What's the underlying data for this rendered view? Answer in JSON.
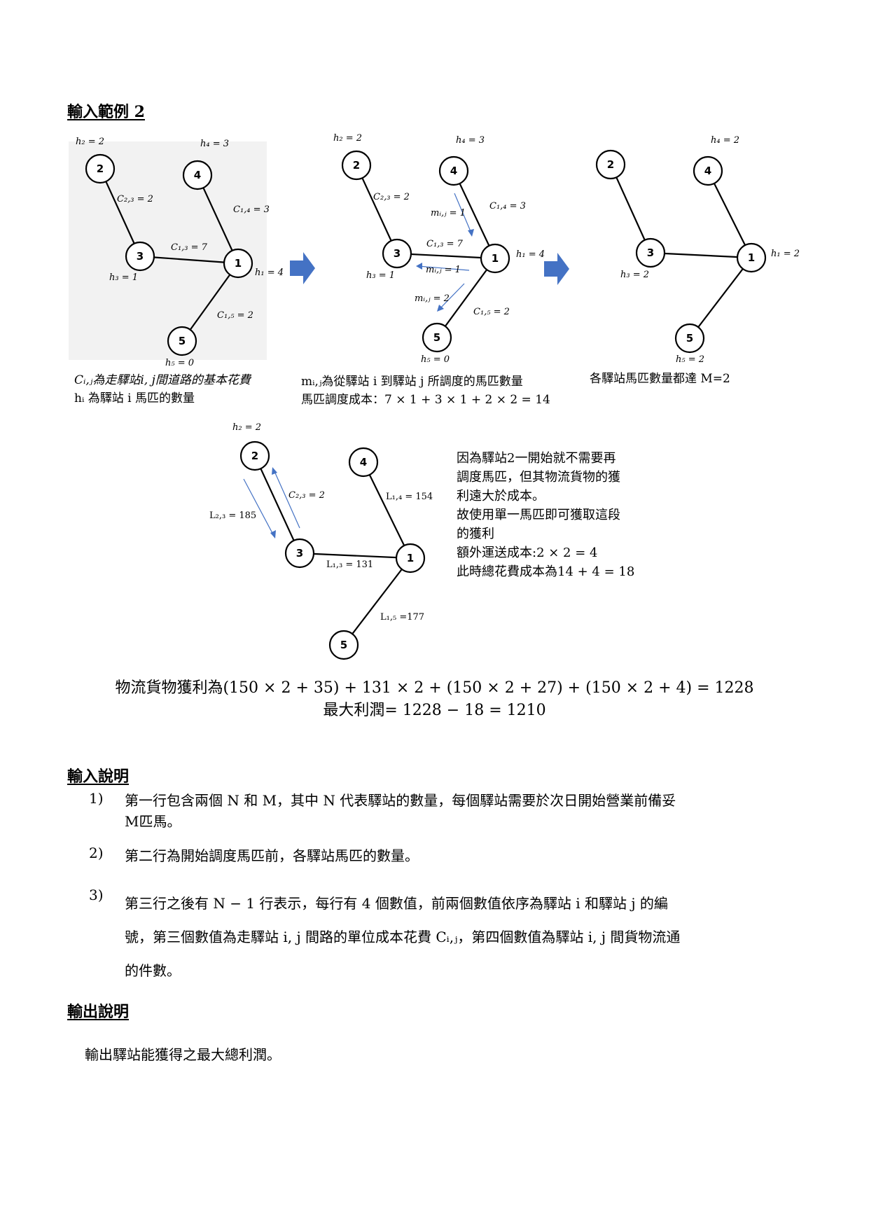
{
  "sections": {
    "example_heading": "輸入範例 2",
    "input_heading": "輸入說明",
    "output_heading": "輸出說明"
  },
  "panels": {
    "p1": {
      "labels": {
        "h2": "h₂ = 2",
        "h4": "h₄ = 3",
        "c23": "C₂,₃ = 2",
        "c14": "C₁,₄ = 3",
        "c13": "C₁,₃ = 7",
        "h3": "h₃ = 1",
        "h1": "h₁ = 4",
        "c15": "C₁,₅ = 2",
        "h5": "h₅ = 0"
      }
    },
    "p2": {
      "labels": {
        "h2": "h₂ = 2",
        "h4": "h₄ = 3",
        "c23": "C₂,₃ = 2",
        "m_a": "mᵢ,ⱼ = 1",
        "c14": "C₁,₄ = 3",
        "c13": "C₁,₃ = 7",
        "h1": "h₁ = 4",
        "h3": "h₃ = 1",
        "m_b": "mᵢ,ⱼ = 1",
        "m_c": "mᵢ,ⱼ = 2",
        "c15": "C₁,₅ = 2",
        "h5": "h₅ = 0"
      }
    },
    "p3": {
      "labels": {
        "h4": "h₄ = 2",
        "h1": "h₁ = 2",
        "h3": "h₃ = 2",
        "h5": "h₅ = 2"
      }
    },
    "p4": {
      "labels": {
        "h2": "h₂ = 2",
        "c23": "C₂,₃ = 2",
        "l14": "L₁,₄ = 154",
        "l23": "L₂,₃ = 185",
        "l13": "L₁,₃ = 131",
        "l15": "L₁,₅ =177"
      }
    }
  },
  "nodes": [
    "1",
    "2",
    "3",
    "4",
    "5"
  ],
  "captions": {
    "c1_line1": "Cᵢ,ⱼ為走驛站i, j間道路的基本花費",
    "c1_line2": "hᵢ  為驛站 i 馬匹的數量",
    "c2_line1": "mᵢ,ⱼ為從驛站 i 到驛站 j 所調度的馬匹數量",
    "c2_line2": "馬匹調度成本：7 × 1 + 3 × 1 + 2 × 2 = 14",
    "c3_line1": "各驛站馬匹數量都達 M=2"
  },
  "note": [
    "因為驛站2一開始就不需要再",
    "調度馬匹，但其物流貨物的獲",
    "利遠大於成本。",
    "故使用單一馬匹即可獲取這段",
    "的獲利",
    "額外運送成本:2 × 2 = 4",
    "此時總花費成本為14 + 4 = 18"
  ],
  "formulas": {
    "profit": "物流貨物獲利為(150 × 2 + 35) + 131 × 2 + (150 × 2 + 27) + (150 × 2 + 4) = 1228",
    "max_profit": "最大利潤= 1228 − 18 = 1210"
  },
  "input_list": [
    {
      "num": "1)",
      "lines": [
        "第一行包含兩個 N 和 M，其中 N 代表驛站的數量，每個驛站需要於次日開始營業前備妥",
        "M匹馬。"
      ]
    },
    {
      "num": "2)",
      "lines": [
        "第二行為開始調度馬匹前，各驛站馬匹的數量。"
      ]
    },
    {
      "num": "3)",
      "lines": [
        "第三行之後有 N − 1 行表示，每行有 4 個數值，前兩個數值依序為驛站 i 和驛站 j 的編",
        "號，第三個數值為走驛站 i, j 間路的單位成本花費 Cᵢ,ⱼ，第四個數值為驛站 i, j 間貨物流通",
        "的件數。"
      ]
    }
  ],
  "output_text": "輸出驛站能獲得之最大總利潤。"
}
